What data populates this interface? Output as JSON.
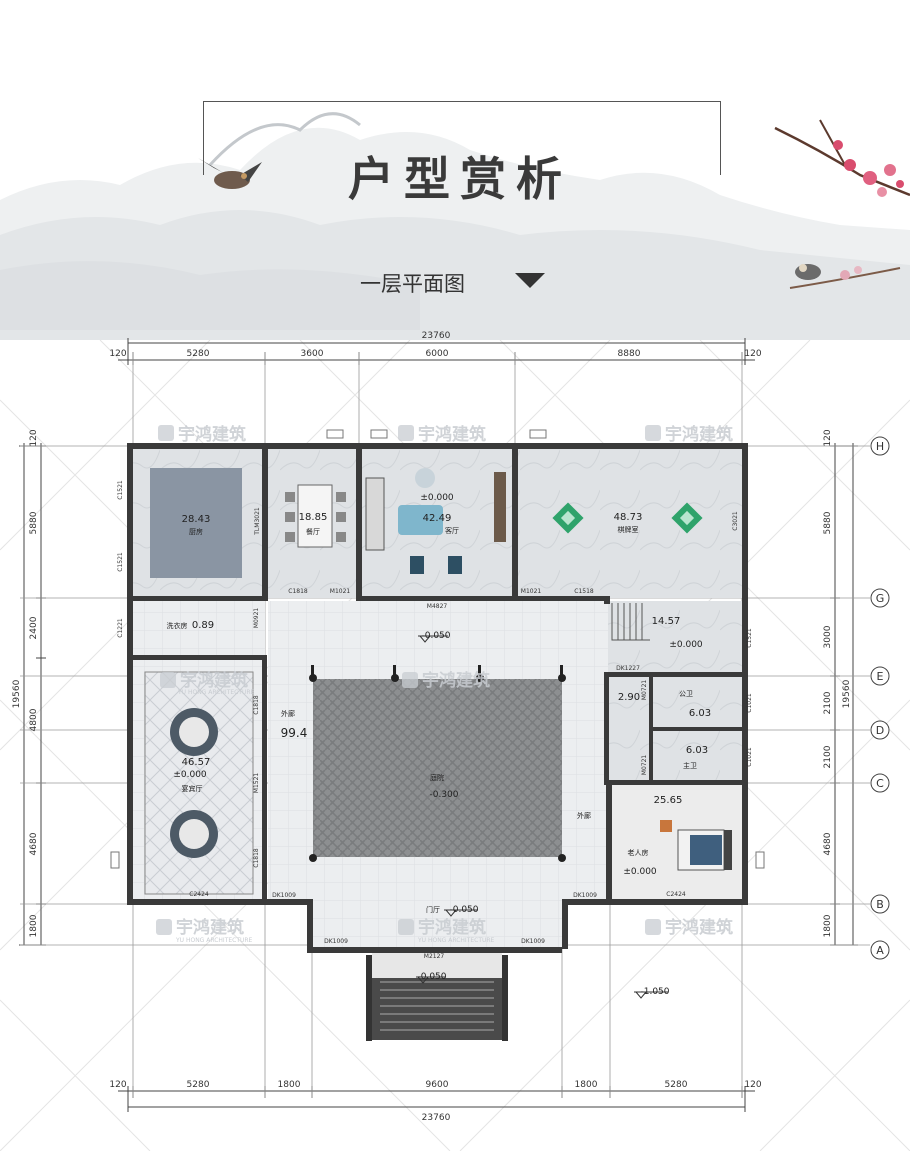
{
  "header": {
    "title": "户型赏析",
    "subtitle": "一层平面图"
  },
  "dimensions": {
    "top_total": "23760",
    "bottom_total": "23760",
    "top_segments": [
      "120",
      "5280",
      "3600",
      "6000",
      "8880",
      "120"
    ],
    "bottom_segments": [
      "120",
      "5280",
      "1800",
      "9600",
      "1800",
      "5280",
      "120"
    ],
    "left_segments": [
      "120",
      "5880",
      "2400",
      "4800",
      "4680",
      "1800"
    ],
    "left_total": "19560",
    "right_segments": [
      "120",
      "5880",
      "3000",
      "2100",
      "2100",
      "4680",
      "1800"
    ],
    "right_total": "19560"
  },
  "axes": [
    "H",
    "G",
    "E",
    "D",
    "C",
    "B",
    "A"
  ],
  "rooms": {
    "kitchen": {
      "area": "28.43",
      "name": "厨房"
    },
    "dining": {
      "area": "18.85",
      "name": "餐厅"
    },
    "living": {
      "area": "42.49",
      "name": "客厅",
      "level": "±0.000"
    },
    "chess": {
      "area": "48.73",
      "name": "棋牌室"
    },
    "laundry": {
      "area": "0.89",
      "name": "洗衣房"
    },
    "stair": {
      "area": "14.57",
      "level": "±0.000"
    },
    "banquet": {
      "area": "46.57",
      "name": "宴宾厅",
      "level": "±0.000"
    },
    "corridor_w": {
      "name": "外廊",
      "area": "99.4"
    },
    "corridor_e": {
      "name": "外廊"
    },
    "courtyard": {
      "name": "庭院",
      "level": "-0.300"
    },
    "bath_small": {
      "area": "2.90"
    },
    "bath_public": {
      "area": "6.03",
      "name": "公卫"
    },
    "bath_master": {
      "area": "6.03",
      "name": "主卫"
    },
    "elder": {
      "area": "25.65",
      "name": "老人房",
      "level": "±0.000"
    },
    "foyer": {
      "name": "门厅",
      "level": "-0.050"
    }
  },
  "levels": {
    "hall": "-0.050",
    "entry": "-0.050",
    "outside": "-1.050"
  },
  "codes": {
    "c1521a": "C1521",
    "c1521b": "C1521",
    "tlm3021": "TLM3021",
    "c1818": "C1818",
    "m1021a": "M1021",
    "m4827": "M4827",
    "m1021b": "M1021",
    "c1518": "C1518",
    "c3021": "C3021",
    "c1221": "C1221",
    "m0921": "M0921",
    "c1521c": "C1521",
    "dk1227": "DK1227",
    "m0721a": "M0721",
    "m0721b": "M0721",
    "c1021a": "C1021",
    "c1021b": "C1021",
    "c1818b": "C1818",
    "m1521": "M1521",
    "c1818c": "C1818",
    "c2424a": "C2424",
    "c2424b": "C2424",
    "dk1009a": "DK1009",
    "dk1009b": "DK1009",
    "dk1009c": "DK1009",
    "dk1009d": "DK1009",
    "m2127": "M2127"
  },
  "watermark": {
    "brand": "宇鸿建筑",
    "sub": "YU HONG ARCHITECTURE"
  },
  "colors": {
    "wall": "#3a3a3a",
    "floor": "#e4e6e8",
    "courtyard": "#8e9092",
    "accent": "#2fa36b"
  }
}
